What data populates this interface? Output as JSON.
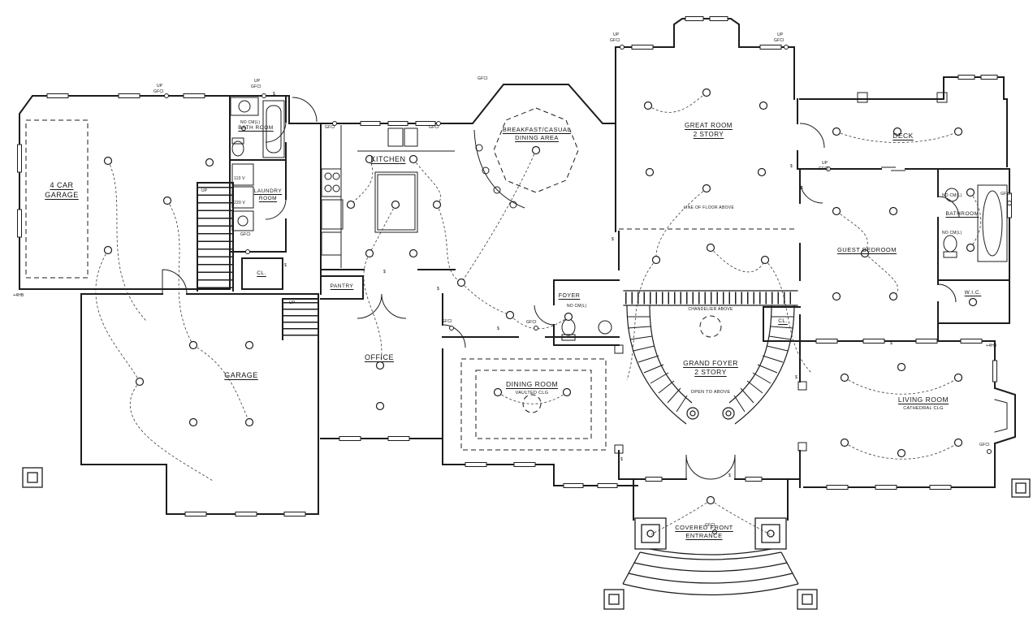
{
  "colors": {
    "background": "#ffffff",
    "ink": "#1c1c1c"
  },
  "rooms": {
    "four_car_garage": "4 CAR\nGARAGE",
    "garage": "GARAGE",
    "bath_room": "BATH ROOM",
    "laundry_room": "LAUNDRY\nROOM",
    "kitchen": "KITCHEN",
    "pantry": "PANTRY",
    "closet": "CL.",
    "office": "OFFICE",
    "breakfast_nook": "BREAKFAST/CASUAL\nDINING AREA",
    "great_room": "GREAT ROOM\n2 STORY",
    "deck": "DECK",
    "guest_bedroom": "GUEST BEDROOM",
    "bathroom": "BATHROOM",
    "wic": "W.I.C.",
    "dining_room": "DINING ROOM",
    "dining_room_ceiling": "VAULTED CLG",
    "grand_foyer": "GRAND FOYER\n2 STORY",
    "foyer_note": "OPEN TO ABOVE",
    "living_room": "LIVING ROOM",
    "living_room_ceiling": "CATHEDRAL CLG",
    "entrance": "COVERED FRONT\nENTRANCE",
    "foyer": "FOYER"
  },
  "notes": {
    "gfci": "GFCI",
    "up": "UP",
    "switch": "$",
    "line_of_floor_above": "LINE OF FLOOR ABOVE",
    "chandelier_above": "CHANDELIER ABOVE",
    "no_cml": "NO CM(L)",
    "v110": "110 V",
    "v220": "220 V",
    "hose_bib": "+4HB"
  }
}
